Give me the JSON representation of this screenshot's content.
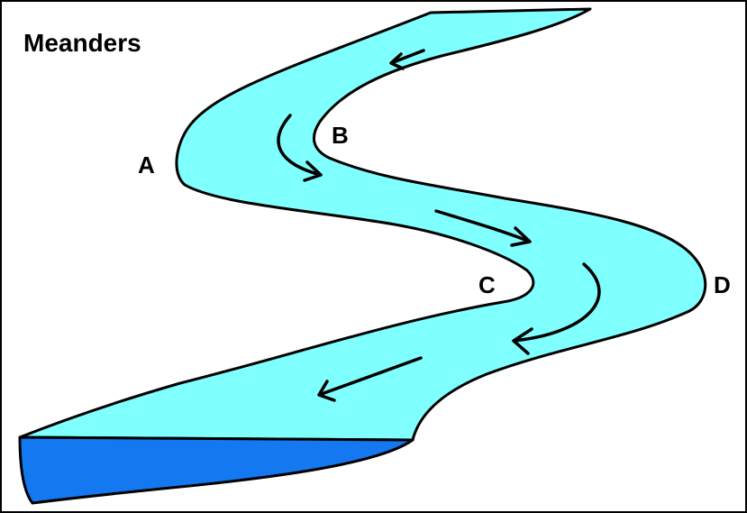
{
  "title": "Meanders",
  "labels": {
    "a": "A",
    "b": "B",
    "c": "C",
    "d": "D"
  },
  "colors": {
    "river": "#80ffff",
    "sea": "#1478f0",
    "outline": "#000000",
    "background": "#ffffff"
  }
}
